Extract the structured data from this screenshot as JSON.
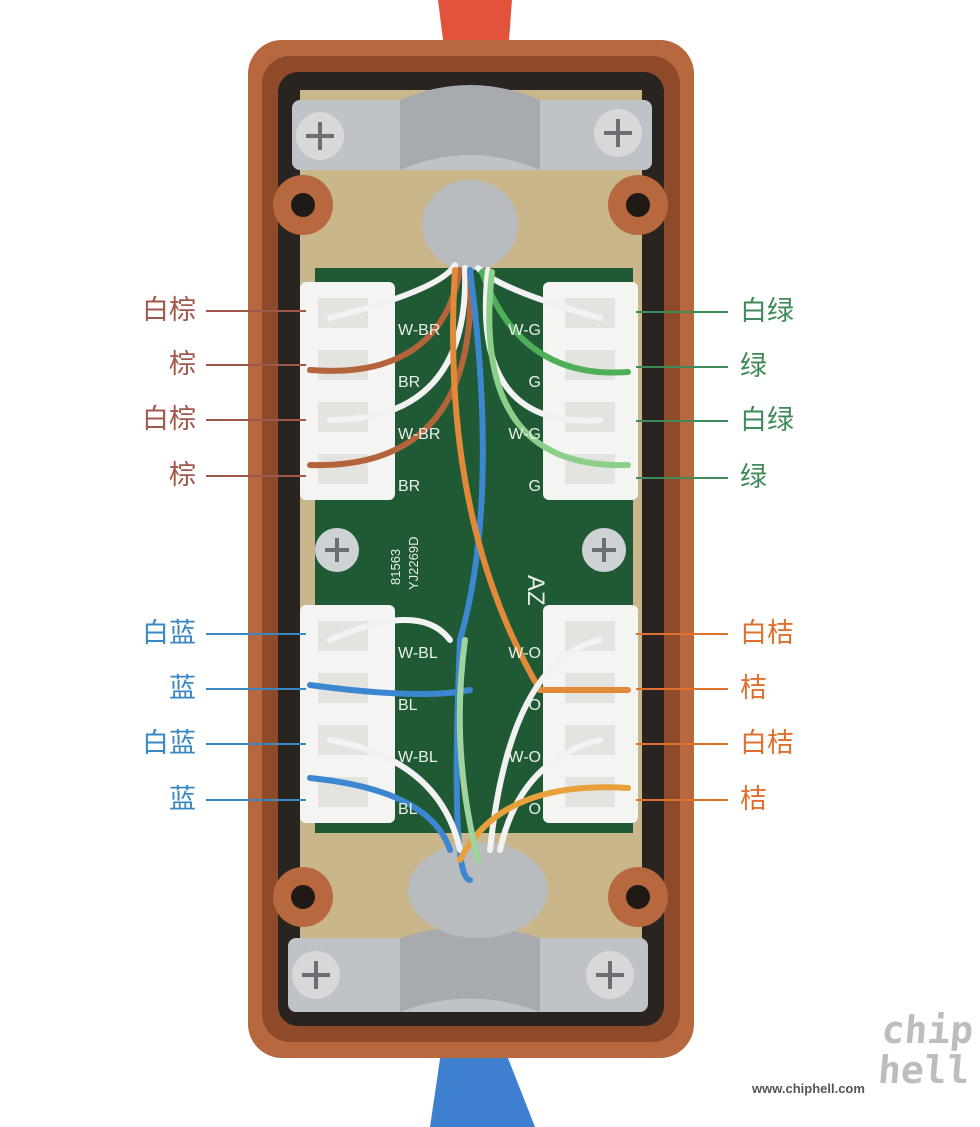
{
  "labels_left": [
    {
      "text": "白棕",
      "color": "#a0584a"
    },
    {
      "text": "棕",
      "color": "#a0584a"
    },
    {
      "text": "白棕",
      "color": "#a0584a"
    },
    {
      "text": "棕",
      "color": "#a0584a"
    },
    {
      "text": "白蓝",
      "color": "#3a87c4"
    },
    {
      "text": "蓝",
      "color": "#3a87c4"
    },
    {
      "text": "白蓝",
      "color": "#3a87c4"
    },
    {
      "text": "蓝",
      "color": "#3a87c4"
    }
  ],
  "labels_right": [
    {
      "text": "白绿",
      "color": "#3f8a5a"
    },
    {
      "text": "绿",
      "color": "#3f8a5a"
    },
    {
      "text": "白绿",
      "color": "#3f8a5a"
    },
    {
      "text": "绿",
      "color": "#3f8a5a"
    },
    {
      "text": "白桔",
      "color": "#e0702e"
    },
    {
      "text": "桔",
      "color": "#e0702e"
    },
    {
      "text": "白桔",
      "color": "#e0702e"
    },
    {
      "text": "桔",
      "color": "#e0702e"
    }
  ],
  "board_text": {
    "code1": "81563",
    "code2": "YJ2269D",
    "mark": "AZ",
    "tl": [
      "W-BR",
      "BR",
      "W-BR",
      "BR"
    ],
    "tr": [
      "W-G",
      "G",
      "W-G",
      "G"
    ],
    "bl": [
      "W-BL",
      "BL",
      "W-BL",
      "BL"
    ],
    "br": [
      "W-O",
      "O",
      "W-O",
      "O"
    ]
  },
  "watermark": "www.chiphell.com",
  "logo": "chip hell"
}
